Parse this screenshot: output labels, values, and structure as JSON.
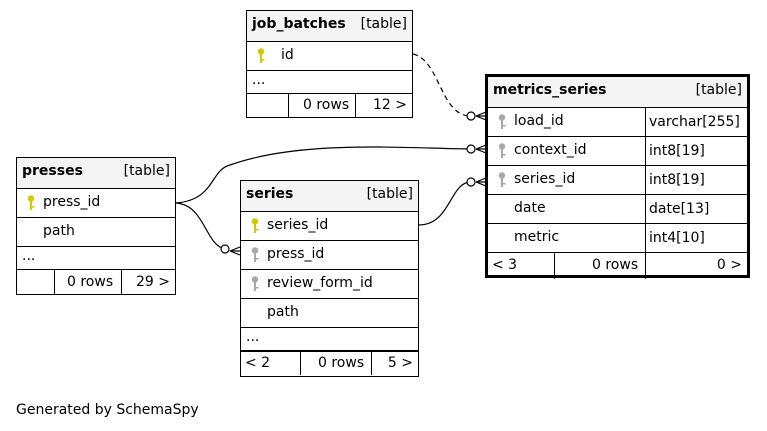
{
  "tables": {
    "job_batches": {
      "name": "job_batches",
      "kind": "[table]",
      "columns": [
        {
          "name": "id",
          "key": "primary"
        }
      ],
      "more": "...",
      "footer": {
        "prev": "",
        "rows": "0 rows",
        "next": "12 >"
      }
    },
    "metrics_series": {
      "name": "metrics_series",
      "kind": "[table]",
      "columns": [
        {
          "name": "load_id",
          "type": "varchar[255]",
          "key": "foreign"
        },
        {
          "name": "context_id",
          "type": "int8[19]",
          "key": "foreign"
        },
        {
          "name": "series_id",
          "type": "int8[19]",
          "key": "foreign"
        },
        {
          "name": "date",
          "type": "date[13]",
          "key": ""
        },
        {
          "name": "metric",
          "type": "int4[10]",
          "key": ""
        }
      ],
      "footer": {
        "prev": "< 3",
        "rows": "0 rows",
        "next": "0 >"
      }
    },
    "presses": {
      "name": "presses",
      "kind": "[table]",
      "columns": [
        {
          "name": "press_id",
          "key": "primary"
        },
        {
          "name": "path",
          "key": ""
        }
      ],
      "more": "...",
      "footer": {
        "prev": "",
        "rows": "0 rows",
        "next": "29 >"
      }
    },
    "series": {
      "name": "series",
      "kind": "[table]",
      "columns": [
        {
          "name": "series_id",
          "key": "primary"
        },
        {
          "name": "press_id",
          "key": "foreign"
        },
        {
          "name": "review_form_id",
          "key": "foreign"
        },
        {
          "name": "path",
          "key": ""
        }
      ],
      "more": "...",
      "footer": {
        "prev": "< 2",
        "rows": "0 rows",
        "next": "5 >"
      }
    }
  },
  "relationships": [
    {
      "from": "job_batches.id",
      "to": "metrics_series.load_id",
      "style": "dashed"
    },
    {
      "from": "presses.press_id",
      "to": "metrics_series.context_id",
      "style": "solid"
    },
    {
      "from": "series.series_id",
      "to": "metrics_series.series_id",
      "style": "solid"
    },
    {
      "from": "presses.press_id",
      "to": "series.press_id",
      "style": "solid"
    }
  ],
  "colors": {
    "primary_key": "#d4c800",
    "foreign_key": "#a8a8a8",
    "header_bg": "#f4f4f4"
  },
  "generated_by": "Generated by SchemaSpy"
}
